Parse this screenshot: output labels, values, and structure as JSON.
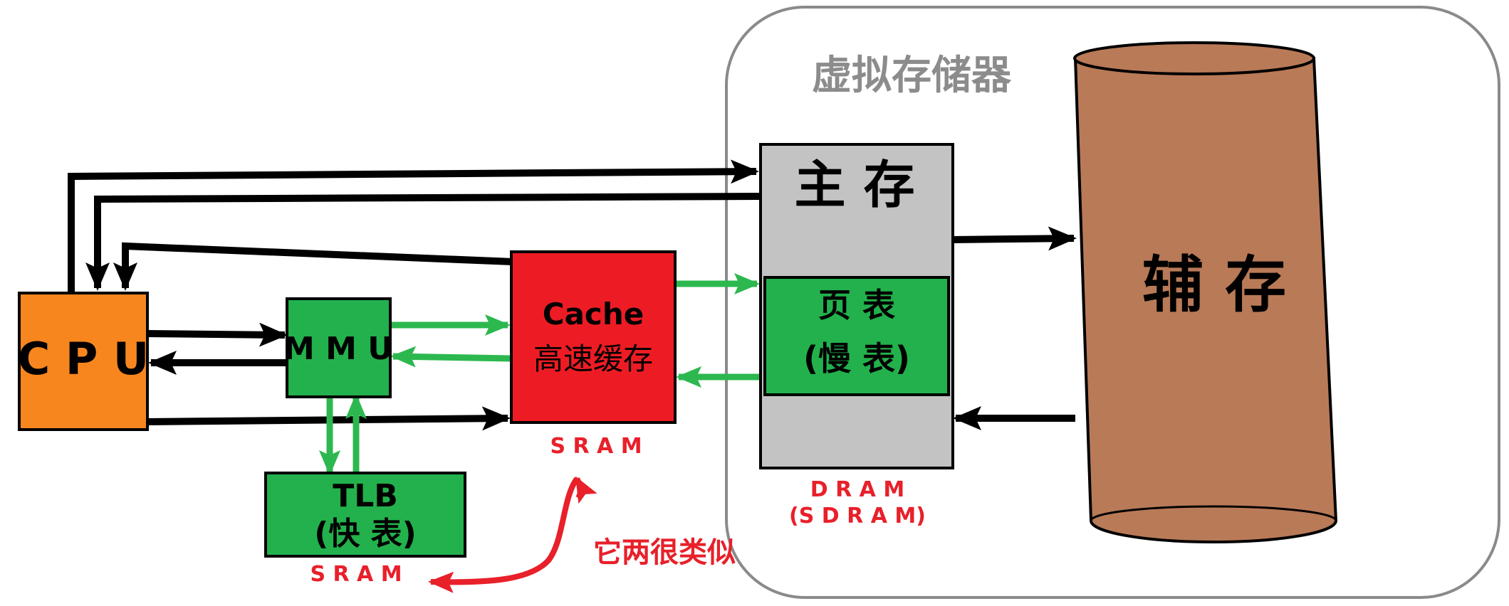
{
  "virtual_memory": {
    "title": "虚拟存储器"
  },
  "cpu": {
    "label": "C P U"
  },
  "mmu": {
    "label": "M M U"
  },
  "tlb": {
    "line1": "TLB",
    "line2": "(快 表)",
    "tech": "S R A M"
  },
  "cache": {
    "line1": "Cache",
    "line2": "高速缓存",
    "tech": "S R A M"
  },
  "main_memory": {
    "label": "主 存",
    "tech_line1": "D R A M",
    "tech_line2": "(S D R A M)"
  },
  "page_table": {
    "line1": "页 表",
    "line2": "(慢 表)"
  },
  "secondary_storage": {
    "label": "辅 存"
  },
  "annotation": {
    "text": "它两很类似"
  },
  "colors": {
    "cpu": "#f7861e",
    "green_box": "#22b14c",
    "cache": "#ed1c24",
    "main_memory": "#c3c3c3",
    "cylinder": "#b97a57",
    "red_text": "#e8202a",
    "green_arrow": "#2cb84f",
    "black": "#000000"
  }
}
